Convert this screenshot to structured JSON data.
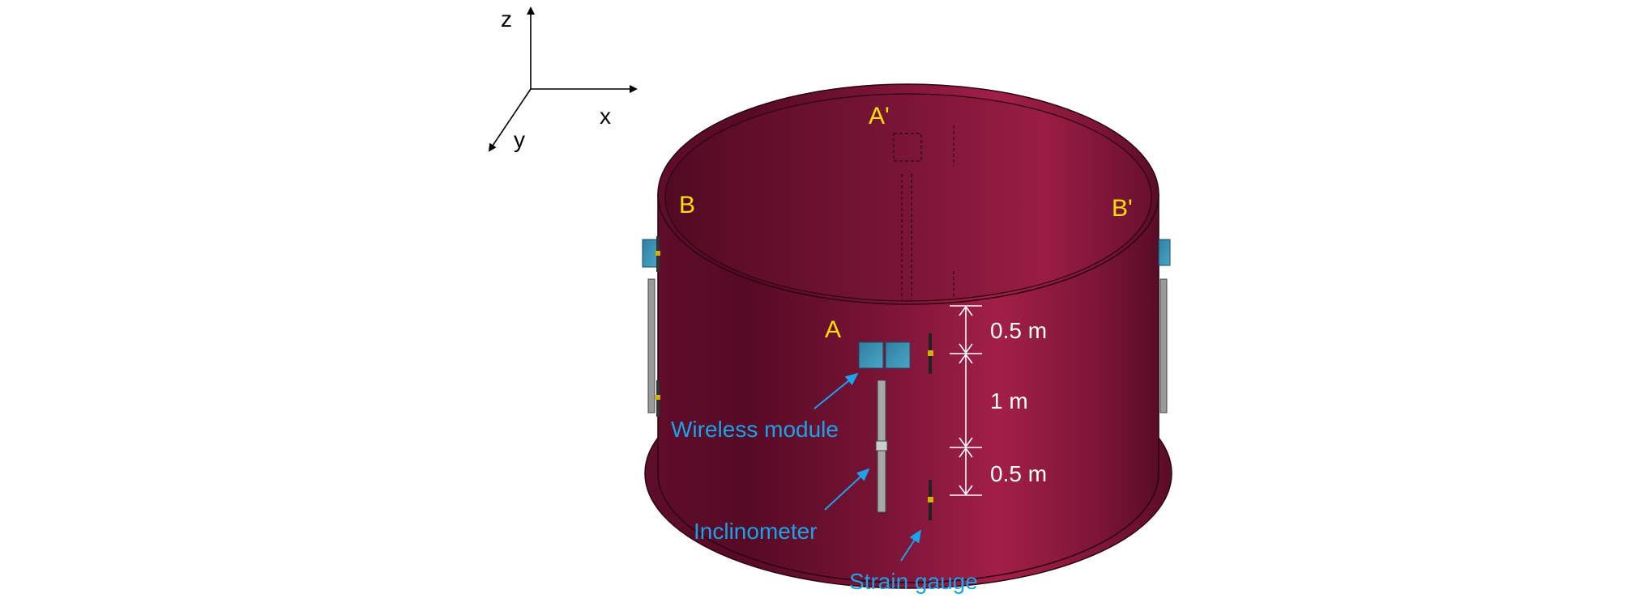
{
  "axes": {
    "z": "z",
    "x": "x",
    "y": "y"
  },
  "points": {
    "a_prime": "A'",
    "b": "B",
    "b_prime": "B'",
    "a": "A"
  },
  "dimensions": {
    "top_gap": "0.5 m",
    "middle_gap": "1 m",
    "bottom_gap": "0.5 m"
  },
  "callouts": {
    "wireless_module": "Wireless module",
    "inclinometer": "Inclinometer",
    "strain_gauge": "Strain gauge"
  },
  "colors": {
    "shell_dark": "#5a0c28",
    "shell_light": "#a11f48",
    "point_label": "#ffe000",
    "callout": "#1aa3e8",
    "dimension": "#ffffff",
    "module": "#3a8fb0"
  }
}
